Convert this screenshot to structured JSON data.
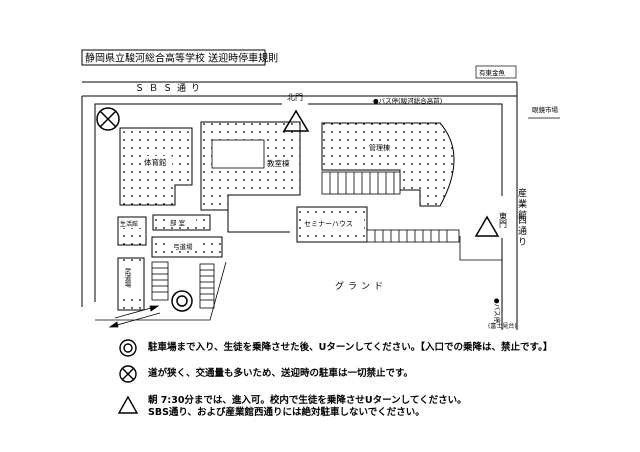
{
  "title": "静岡県立駿河総合高等学校 送迎時停車規則",
  "labels": {
    "road_sbs": "ＳＢＳ通り",
    "gate_north": "北門",
    "gate_east": "東門",
    "road_east_1": "産業館",
    "road_east_2": "西通り",
    "shop": "有東金魚",
    "parking": "眼鏡市場",
    "bus_north": "●バス停(駿河総合高前)",
    "bus_east_1": "●バス停",
    "bus_east_2": "(富士見台)",
    "gym": "体育館",
    "classroom": "教室棟",
    "admin": "管理棟",
    "seminar": "セミナーハウス",
    "ground": "グランド",
    "lifestyle": "生活館",
    "clubroom": "部 室",
    "archery": "弓道場",
    "budo": "武道場"
  },
  "legend": {
    "park": "駐車場まで入り、生徒を乗降させた後、Uターンしてください。【入口での乗降は、禁止です。】",
    "noparking": "道が狭く、交通量も多いため、送迎時の駐車は一切禁止です。",
    "gate_line1": "朝 7:30分までは、進入可。校内で生徒を乗降させUターンしてください。",
    "gate_line2": "SBS通り、および産業館西通りには絶対駐車しないでください。"
  }
}
